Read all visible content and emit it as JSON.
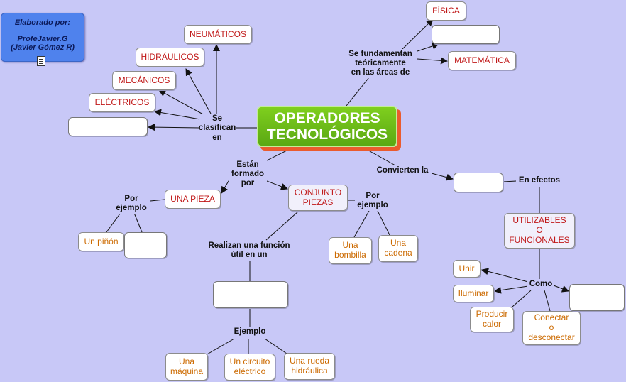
{
  "colors": {
    "background": "#c8c8f7",
    "link": "#111111",
    "main_fill": "#6fbf19",
    "main_shadow": "#ea5b2e",
    "concept_red": "#c01818",
    "concept_orange": "#cc6a00",
    "author_fill": "#4f82ed"
  },
  "author": {
    "line1": "Elaborado por:",
    "line2": "ProfeJavier.G",
    "line3": "(Javier Gómez R)",
    "icon": "document-icon"
  },
  "main": {
    "line1": "OPERADORES",
    "line2": "TECNOLÓGICOS"
  },
  "phrases": {
    "se_clasifican": [
      "Se",
      "clasifican",
      "en"
    ],
    "se_fundamentan": [
      "Se fundamentan",
      "teóricamente",
      "en las áreas de"
    ],
    "estan_formado": [
      "Están",
      "formado",
      "por"
    ],
    "convierten": [
      "Convierten la"
    ],
    "en_efectos": [
      "En efectos"
    ],
    "por_ejemplo_1": [
      "Por",
      "ejemplo"
    ],
    "por_ejemplo_2": [
      "Por",
      "ejemplo"
    ],
    "realizan": [
      "Realizan una función",
      "útil en un"
    ],
    "ejemplo": [
      "Ejemplo"
    ],
    "como": [
      "Como"
    ]
  },
  "concepts": {
    "neumaticos": "NEUMÁTICOS",
    "hidraulicos": "HIDRÁULICOS",
    "mecanicos": "MECÁNICOS",
    "electricos": "ELÉCTRICOS",
    "fisica": "FÍSICA",
    "matematica": "MATEMÁTICA",
    "una_pieza": "UNA PIEZA",
    "conjunto_piezas": [
      "CONJUNTO",
      "PIEZAS"
    ],
    "utilizables": [
      "UTILIZABLES",
      "O",
      "FUNCIONALES"
    ],
    "un_pinon": "Un piñón",
    "una_bombilla": [
      "Una",
      "bombilla"
    ],
    "una_cadena": [
      "Una",
      "cadena"
    ],
    "una_maquina": [
      "Una",
      "máquina"
    ],
    "un_circuito": [
      "Un circuito",
      "eléctrico"
    ],
    "una_rueda": [
      "Una rueda",
      "hidráulica"
    ],
    "unir": "Unir",
    "iluminar": "Iluminar",
    "producir_calor": [
      "Producir",
      "calor"
    ],
    "conectar": [
      "Conectar",
      "o",
      "desconectar"
    ]
  }
}
